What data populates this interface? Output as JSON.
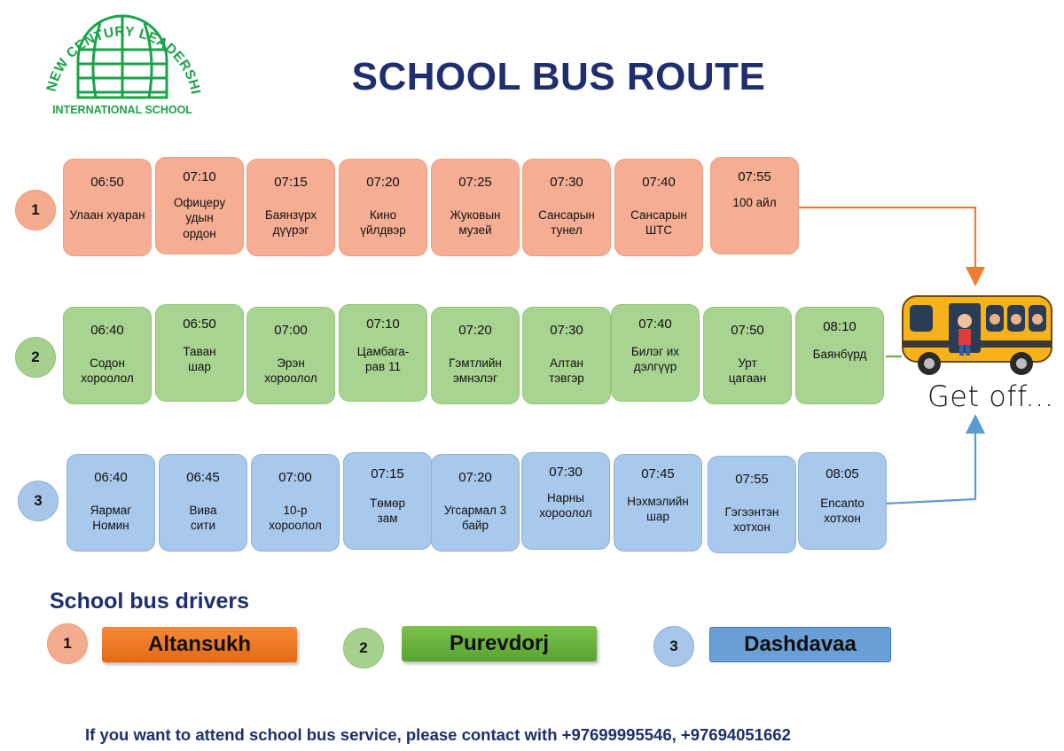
{
  "logo": {
    "arc_text": "NEW CENTURY LEADERSHIP",
    "bottom_text": "INTERNATIONAL SCHOOL",
    "color": "#1aa34a"
  },
  "title": "SCHOOL BUS ROUTE",
  "routes": [
    {
      "number": "1",
      "color": "#f5ae93",
      "arrow_color": "#ed7d31",
      "stops": [
        {
          "time": "06:50",
          "name": "Улаан хуаран"
        },
        {
          "time": "07:10",
          "name": "Офицеру удын ордон"
        },
        {
          "time": "07:15",
          "name": "Баянзүрх дүүрэг"
        },
        {
          "time": "07:20",
          "name": "Кино үйлдвэр"
        },
        {
          "time": "07:25",
          "name": "Жуковын музей"
        },
        {
          "time": "07:30",
          "name": "Сансарын тунел"
        },
        {
          "time": "07:40",
          "name": "Сансарын ШТС"
        },
        {
          "time": "07:55",
          "name": "100 айл"
        }
      ]
    },
    {
      "number": "2",
      "color": "#a8d391",
      "arrow_color": "#70ad47",
      "stops": [
        {
          "time": "06:40",
          "name": "Содон хороолол"
        },
        {
          "time": "06:50",
          "name": "Таван шар"
        },
        {
          "time": "07:00",
          "name": "Эрэн хороолол"
        },
        {
          "time": "07:10",
          "name": "Цамбага-рав 11"
        },
        {
          "time": "07:20",
          "name": "Гэмтлийн эмнэлэг"
        },
        {
          "time": "07:30",
          "name": "Алтан тэвгэр"
        },
        {
          "time": "07:40",
          "name": "Билэг их дэлгүүр"
        },
        {
          "time": "07:50",
          "name": "Урт цагаан"
        },
        {
          "time": "08:10",
          "name": "Баянбүрд"
        }
      ]
    },
    {
      "number": "3",
      "color": "#a8c8ec",
      "arrow_color": "#5b9bd5",
      "stops": [
        {
          "time": "06:40",
          "name": "Яармаг Номин"
        },
        {
          "time": "06:45",
          "name": "Вива сити"
        },
        {
          "time": "07:00",
          "name": "10-р хороолол"
        },
        {
          "time": "07:15",
          "name": "Төмөр зам"
        },
        {
          "time": "07:20",
          "name": "Угсармал 3 байр"
        },
        {
          "time": "07:30",
          "name": "Нарны хороолол"
        },
        {
          "time": "07:45",
          "name": "Нэхмэлийн шар"
        },
        {
          "time": "07:55",
          "name": "Гэгээнтэн хотхон"
        },
        {
          "time": "08:05",
          "name": "Encanto хотхон"
        }
      ]
    }
  ],
  "bus_caption": "Get off...",
  "drivers_title": "School bus drivers",
  "drivers": [
    {
      "number": "1",
      "name": "Altansukh"
    },
    {
      "number": "2",
      "name": "Purevdorj"
    },
    {
      "number": "3",
      "name": "Dashdavaa"
    }
  ],
  "contact": "If you want to attend school bus service, please contact with +97699995546, +97694051662"
}
